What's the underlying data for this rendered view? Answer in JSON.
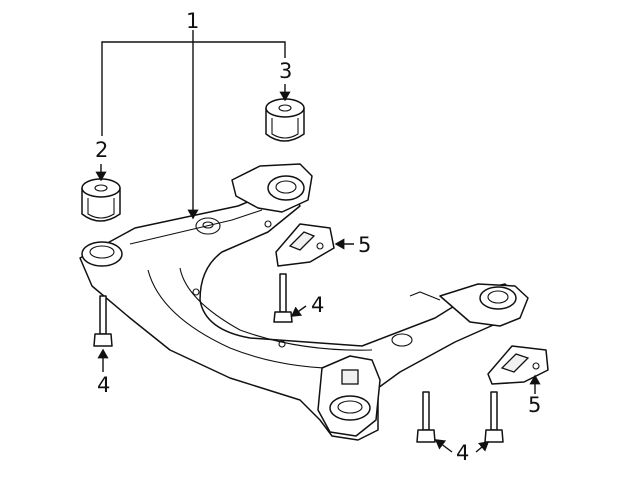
{
  "diagram": {
    "callouts": {
      "c1": "1",
      "c2": "2",
      "c3": "3",
      "c4_mid": "4",
      "c4_left": "4",
      "c4_bottom": "4",
      "c5_top": "5",
      "c5_right": "5"
    }
  }
}
